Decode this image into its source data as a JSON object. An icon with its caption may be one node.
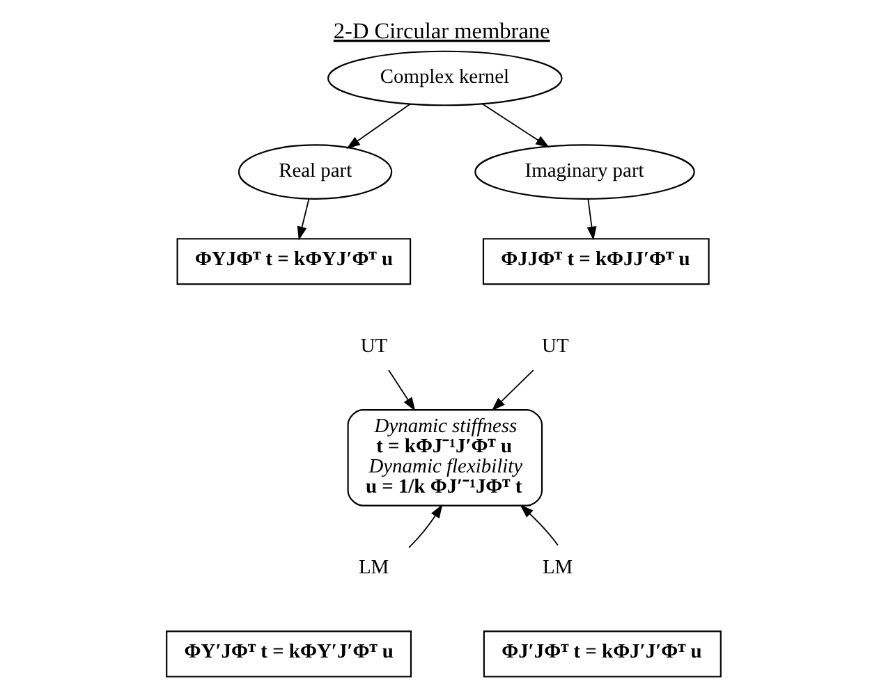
{
  "diagram": {
    "title": "2-D Circular membrane",
    "nodes": [
      {
        "text": [
          "Complex kernel"
        ]
      },
      {
        "text": [
          "Real part"
        ]
      },
      {
        "text": [
          "Imaginary part"
        ]
      },
      {
        "text": [
          "ΦYJΦᵀ t = kΦYJ′Φᵀ u"
        ]
      },
      {
        "text": [
          "ΦJJΦᵀ t = kΦJJ′Φᵀ u"
        ]
      },
      {
        "text": [
          "UT"
        ]
      },
      {
        "text": [
          "UT"
        ]
      },
      {
        "text": [
          "Dynamic stiffness",
          "t = kΦJ⁻¹J′Φᵀ u",
          "Dynamic flexibility",
          "u = 1/k ΦJ′⁻¹JΦᵀ t"
        ]
      },
      {
        "text": [
          "LM"
        ]
      },
      {
        "text": [
          "LM"
        ]
      },
      {
        "text": [
          "ΦY′JΦᵀ t = kΦY′J′Φᵀ u"
        ]
      },
      {
        "text": [
          "ΦJ′JΦᵀ t = kΦJ′J′Φᵀ u"
        ]
      }
    ],
    "edges": [
      {
        "from": 0,
        "to": 1,
        "arrow": "to"
      },
      {
        "from": 0,
        "to": 2,
        "arrow": "to"
      },
      {
        "from": 1,
        "to": 3,
        "arrow": "to"
      },
      {
        "from": 2,
        "to": 4,
        "arrow": "to"
      },
      {
        "from": 5,
        "to": 7,
        "arrow": "to"
      },
      {
        "from": 6,
        "to": 7,
        "arrow": "to"
      },
      {
        "from": 8,
        "to": 7,
        "arrow": "to"
      },
      {
        "from": 9,
        "to": 7,
        "arrow": "to"
      }
    ]
  }
}
